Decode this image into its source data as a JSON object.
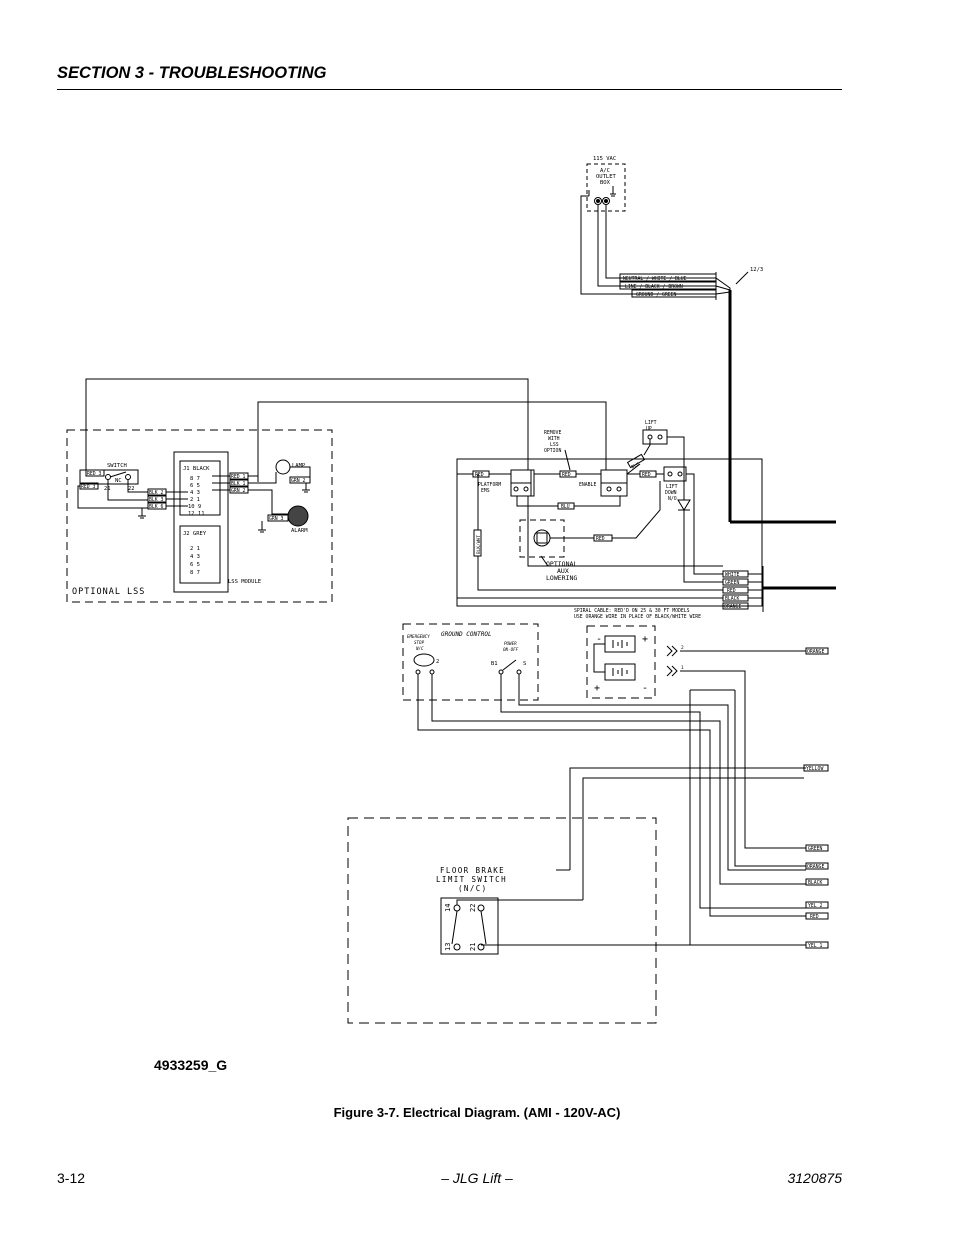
{
  "header": {
    "section_title": "SECTION 3 - TROUBLESHOOTING"
  },
  "diagram": {
    "outlet": {
      "voltage": "115 VAC",
      "name_l1": "A/C",
      "name_l2": "OUTLET",
      "name_l3": "BOX"
    },
    "ac_wires": [
      "NEUTRAL / WHITE / BLUE",
      "LINE / BLACK / BROWN",
      "GROUND / GREEN"
    ],
    "cable_gauge": "12/3",
    "lss": {
      "switch_label": "SWITCH",
      "nc_label": "NC",
      "t21": "21",
      "t22": "22",
      "red3_top": "RED 3",
      "red3_left": "RED 3",
      "j1_label": "J1 BLACK",
      "j2_label": "J2 GREY",
      "j1_pins": [
        "8 7",
        "6 5",
        "4 3",
        "2 1",
        "10 9",
        "12 11"
      ],
      "j2_pins": [
        "2 1",
        "4 3",
        "6 5",
        "8 7"
      ],
      "j1_wires": [
        "BLK 2",
        "BLK 3",
        "BLK 6"
      ],
      "j1_right_wires": [
        "RED 1",
        "BLK 1",
        "GRN 2"
      ],
      "lamp": "LAMP",
      "lamp_wire": "GRN 2",
      "alarm": "ALARM",
      "alarm_wire": "GRN 3",
      "module": "LSS MODULE",
      "title": "OPTIONAL LSS"
    },
    "platform": {
      "remove_l1": "REMOVE",
      "remove_l2": "WITH",
      "remove_l3": "LSS",
      "remove_l4": "OPTION",
      "red": "RED",
      "platform_ems_l1": "PLATFORM",
      "platform_ems_l2": "EMS",
      "enable": "ENABLE",
      "lift_up_l1": "LIFT",
      "lift_up_l2": "UP",
      "lift_down_l1": "LIFT",
      "lift_down_l2": "DOWN",
      "lift_down_l3": "N/O",
      "blu": "BLU",
      "blk_wht": "BLK/WHT",
      "aux_l1": "OPTIONAL",
      "aux_l2": "AUX",
      "aux_l3": "LOWERING"
    },
    "spiral_wires": [
      "WHITE",
      "GREEN",
      "RED",
      "BLACK",
      "ORANGE"
    ],
    "spiral_note_l1": "SPIRAL CABLE: RED'D ON 25 & 30 FT MODELS",
    "spiral_note_l2": "USE ORANGE WIRE IN PLACE OF BLACK/WHITE WIRE",
    "ground_control": {
      "title": "GROUND CONTROL",
      "estop_l1": "EMERGENCY",
      "estop_l2": "STOP",
      "estop_l3": "N/C",
      "power_l1": "POWER",
      "power_l2": "ON-OFF",
      "t2": "2",
      "b1": "B1",
      "s": "S"
    },
    "battery": {
      "minus": "-",
      "plus": "+",
      "conn_top": "2",
      "conn_bottom": "1"
    },
    "right_wires": [
      "ORANGE",
      "YELLOW",
      "GREEN",
      "ORANGE",
      "BLACK",
      "YEL 2",
      "RED",
      "YEL 1"
    ],
    "floor_brake": {
      "l1": "FLOOR BRAKE",
      "l2": "LIMIT SWITCH",
      "l3": "(N/C)",
      "t14": "14",
      "t22": "22",
      "t13": "13",
      "t21": "21"
    }
  },
  "drawing_id": "4933259_G",
  "figure_caption": "Figure 3-7.  Electrical Diagram. (AMI - 120V-AC)",
  "footer": {
    "page_number": "3-12",
    "center": "– JLG Lift –",
    "doc_number": "3120875"
  }
}
